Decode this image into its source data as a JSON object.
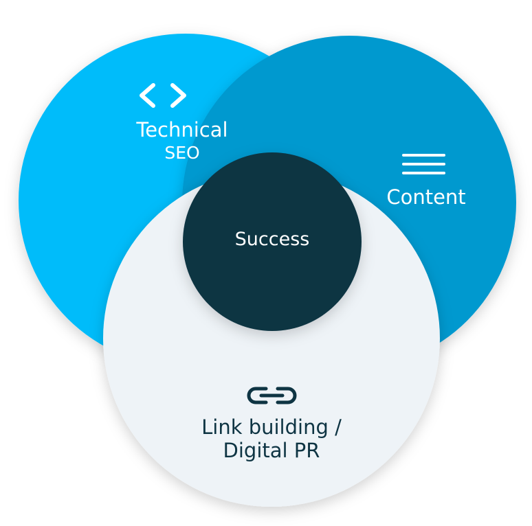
{
  "colors": {
    "technical": "#00bcfa",
    "content": "#0299cf",
    "link": "#eef3f7",
    "success": "#0e3443",
    "light_text": "#ffffff",
    "dark_text": "#0e3443"
  },
  "icons": {
    "technical": "code-brackets-icon",
    "content": "menu-lines-icon",
    "link": "chain-link-icon"
  },
  "circles": {
    "technical": {
      "line1": "Technical",
      "line2": "SEO"
    },
    "content": {
      "label": "Content"
    },
    "link": {
      "line1": "Link building /",
      "line2": "Digital PR"
    },
    "success": {
      "label": "Success"
    }
  }
}
